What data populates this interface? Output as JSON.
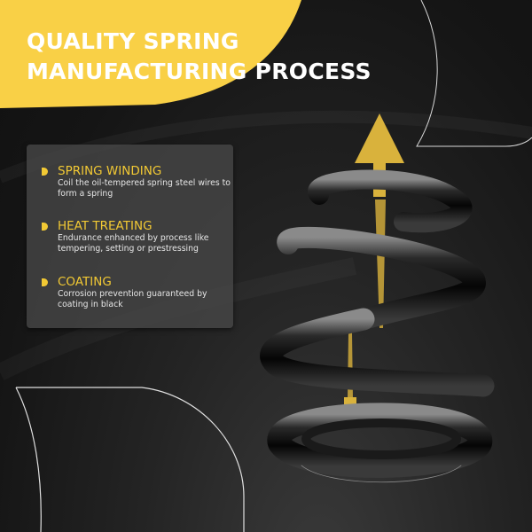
{
  "banner": {
    "title_line1": "QUALITY SPRING",
    "title_line2": "MANUFACTURING PROCESS"
  },
  "process_steps": [
    {
      "icon": "d-bullet-icon",
      "heading": "SPRING WINDING",
      "description": "Coil the oil-tempered spring steel wires to form a spring"
    },
    {
      "icon": "d-bullet-icon",
      "heading": "HEAT TREATING",
      "description": "Endurance enhanced by process like tempering, setting or prestressing"
    },
    {
      "icon": "d-bullet-icon",
      "heading": "COATING",
      "description": "Corrosion prevention guaranteed by coating in black"
    }
  ],
  "illustration": {
    "subject": "black coil spring",
    "arrows": [
      "up-arrow-icon",
      "down-arrow-icon"
    ]
  },
  "colors": {
    "accent": "#f2c934",
    "background": "#141414",
    "panel": "#474747",
    "title": "#ffffff",
    "arrow": "#d9b23c"
  }
}
